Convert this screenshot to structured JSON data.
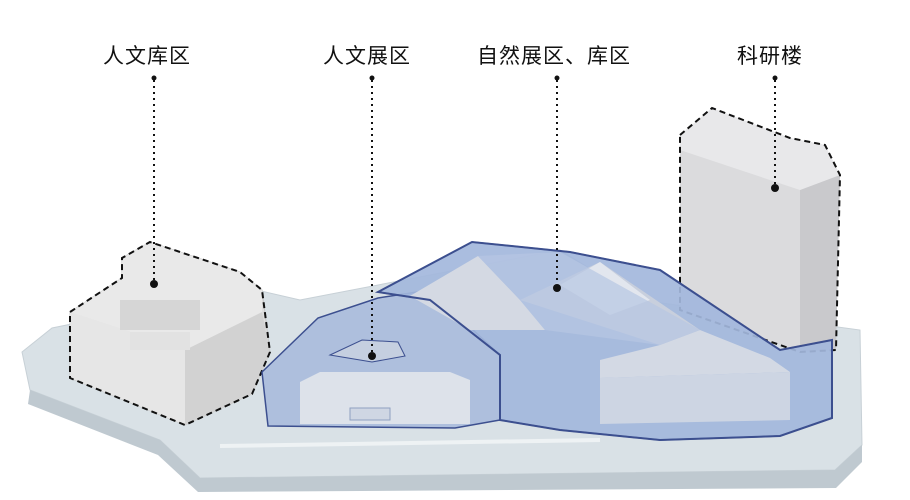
{
  "labels": {
    "archive_humanities": "人文库区",
    "exhibit_humanities": "人文展区",
    "natural_exhibit_archive": "自然展区、库区",
    "research_building": "科研楼"
  },
  "colors": {
    "base_platform": "#d6dee3",
    "base_side": "#c3ccd3",
    "gray_mass": "#dcdcdc",
    "blue_mass": "#9fb4d8",
    "blue_outline": "#3c4f8f",
    "leader_line": "#111111",
    "text": "#111111"
  }
}
